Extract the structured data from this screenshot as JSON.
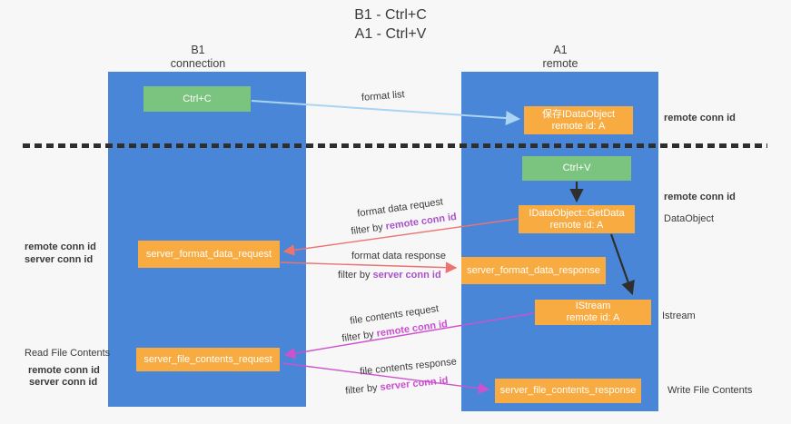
{
  "title": {
    "line1": "B1 - Ctrl+C",
    "line2": "A1 - Ctrl+V"
  },
  "columns": {
    "b1": {
      "name": "B1",
      "subtitle": "connection"
    },
    "a1": {
      "name": "A1",
      "subtitle": "remote"
    }
  },
  "nodes": {
    "ctrl_c": "Ctrl+C",
    "ctrl_v": "Ctrl+V",
    "save_idataobject": {
      "line1": "保存IDataObject",
      "line2": "remote id: A"
    },
    "getdata": {
      "line1": "IDataObject::GetData",
      "line2": "remote id: A"
    },
    "istream": {
      "line1": "IStream",
      "line2": "remote id: A"
    },
    "server_format_data_request": "server_format_data_request",
    "server_format_data_response": "server_format_data_response",
    "server_file_contents_request": "server_file_contents_request",
    "server_file_contents_response": "server_file_contents_response"
  },
  "arrow_labels": {
    "format_list": "format list",
    "format_data_request": "format data request",
    "format_data_response": "format data response",
    "file_contents_request": "file contents request",
    "file_contents_response": "file contents response",
    "filter_prefix": "filter by",
    "remote_conn_id": "remote conn id",
    "server_conn_id": "server conn id"
  },
  "side_labels": {
    "remote_conn_id": "remote conn id",
    "server_conn_id": "server conn id",
    "dataobject": "DataObject",
    "istream": "Istream",
    "read_file_contents": "Read File Contents",
    "write_file_contents": "Write File Contents"
  },
  "colors": {
    "column_blue": "#4a86d8",
    "box_orange": "#f8ab41",
    "box_green": "#7bc47f",
    "label_purple": "#a952c9",
    "label_magenta": "#c94fd0",
    "label_green": "#56b65c",
    "arrow_blue": "#a9d4f2",
    "arrow_salmon": "#ec7370",
    "arrow_magenta": "#ce52ce",
    "arrow_black": "#2f2f2f",
    "background": "#f7f7f8"
  }
}
